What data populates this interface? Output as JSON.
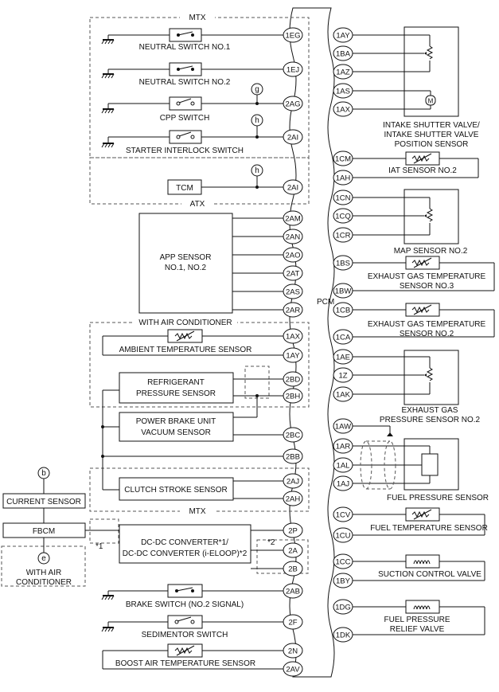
{
  "pcm": {
    "label": "PCM"
  },
  "groups": {
    "mtx_top": "MTX",
    "atx": "ATX",
    "with_air_conditioner": "WITH AIR CONDITIONER",
    "mtx_bottom": "MTX",
    "note1": "*1",
    "note2": "*2"
  },
  "components_left": {
    "neutral_switch_1": "NEUTRAL SWITCH NO.1",
    "neutral_switch_2": "NEUTRAL SWITCH NO.2",
    "cpp_switch": "CPP SWITCH",
    "starter_interlock_switch": "STARTER INTERLOCK SWITCH",
    "tcm": "TCM",
    "app_sensor_line1": "APP SENSOR",
    "app_sensor_line2": "NO.1, NO.2",
    "ambient_temperature_sensor": "AMBIENT TEMPERATURE SENSOR",
    "refrigerant_line1": "REFRIGERANT",
    "refrigerant_line2": "PRESSURE SENSOR",
    "power_brake_line1": "POWER BRAKE UNIT",
    "power_brake_line2": "VACUUM SENSOR",
    "clutch_stroke_sensor": "CLUTCH STROKE SENSOR",
    "current_sensor": "CURRENT SENSOR",
    "fbcm": "FBCM",
    "with_ac_line1": "WITH AIR",
    "with_ac_line2": "CONDITIONER",
    "dcdc_line1": "DC-DC CONVERTER*1/",
    "dcdc_line2": "DC-DC CONVERTER (i-ELOOP)*2",
    "brake_switch": "BRAKE SWITCH (NO.2 SIGNAL)",
    "sedimentor_switch": "SEDIMENTOR SWITCH",
    "boost_air_temperature_sensor": "BOOST AIR TEMPERATURE SENSOR"
  },
  "components_right": {
    "intake_shutter_line1": "INTAKE SHUTTER VALVE/",
    "intake_shutter_line2": "INTAKE SHUTTER VALVE",
    "intake_shutter_line3": "POSITION SENSOR",
    "iat_sensor_2": "IAT SENSOR NO.2",
    "map_sensor_2": "MAP SENSOR NO.2",
    "egt3_line1": "EXHAUST GAS TEMPERATURE",
    "egt3_line2": "SENSOR NO.3",
    "egt2_line1": "EXHAUST GAS TEMPERATURE",
    "egt2_line2": "SENSOR NO.2",
    "egp_line1": "EXHAUST GAS",
    "egp_line2": "PRESSURE SENSOR NO.2",
    "fuel_pressure_sensor": "FUEL PRESSURE SENSOR",
    "fuel_temperature_sensor": "FUEL TEMPERATURE SENSOR",
    "suction_control_valve": "SUCTION CONTROL VALVE",
    "fprv_line1": "FUEL PRESSURE",
    "fprv_line2": "RELIEF VALVE"
  },
  "junctions": {
    "g": "g",
    "h1": "h",
    "h2": "h",
    "b": "b",
    "e": "e"
  },
  "icons": {
    "ground": "ground-icon",
    "switch": "switch-icon",
    "thermistor": "thermistor-icon",
    "potentiometer": "potentiometer-icon",
    "motor": "motor-icon",
    "coil": "coil-icon"
  },
  "motor_label": "M",
  "pins_left": [
    "1EG",
    "1EJ",
    "2AG",
    "2AI",
    "2AI",
    "2AM",
    "2AN",
    "2AO",
    "2AT",
    "2AS",
    "2AR",
    "1AX",
    "1AY",
    "2BD",
    "2BH",
    "2BC",
    "2BB",
    "2AJ",
    "2AH",
    "2P",
    "2A",
    "2B",
    "2AB",
    "2F",
    "2N",
    "2AV"
  ],
  "pins_right": [
    "1AY",
    "1BA",
    "1AZ",
    "1AS",
    "1AX",
    "1CM",
    "1AH",
    "1CN",
    "1CQ",
    "1CR",
    "1BS",
    "1BW",
    "1CB",
    "1CA",
    "1AE",
    "1Z",
    "1AK",
    "1AW",
    "1AR",
    "1AL",
    "1AJ",
    "1CV",
    "1CU",
    "1CC",
    "1BY",
    "1DG",
    "1DK"
  ]
}
